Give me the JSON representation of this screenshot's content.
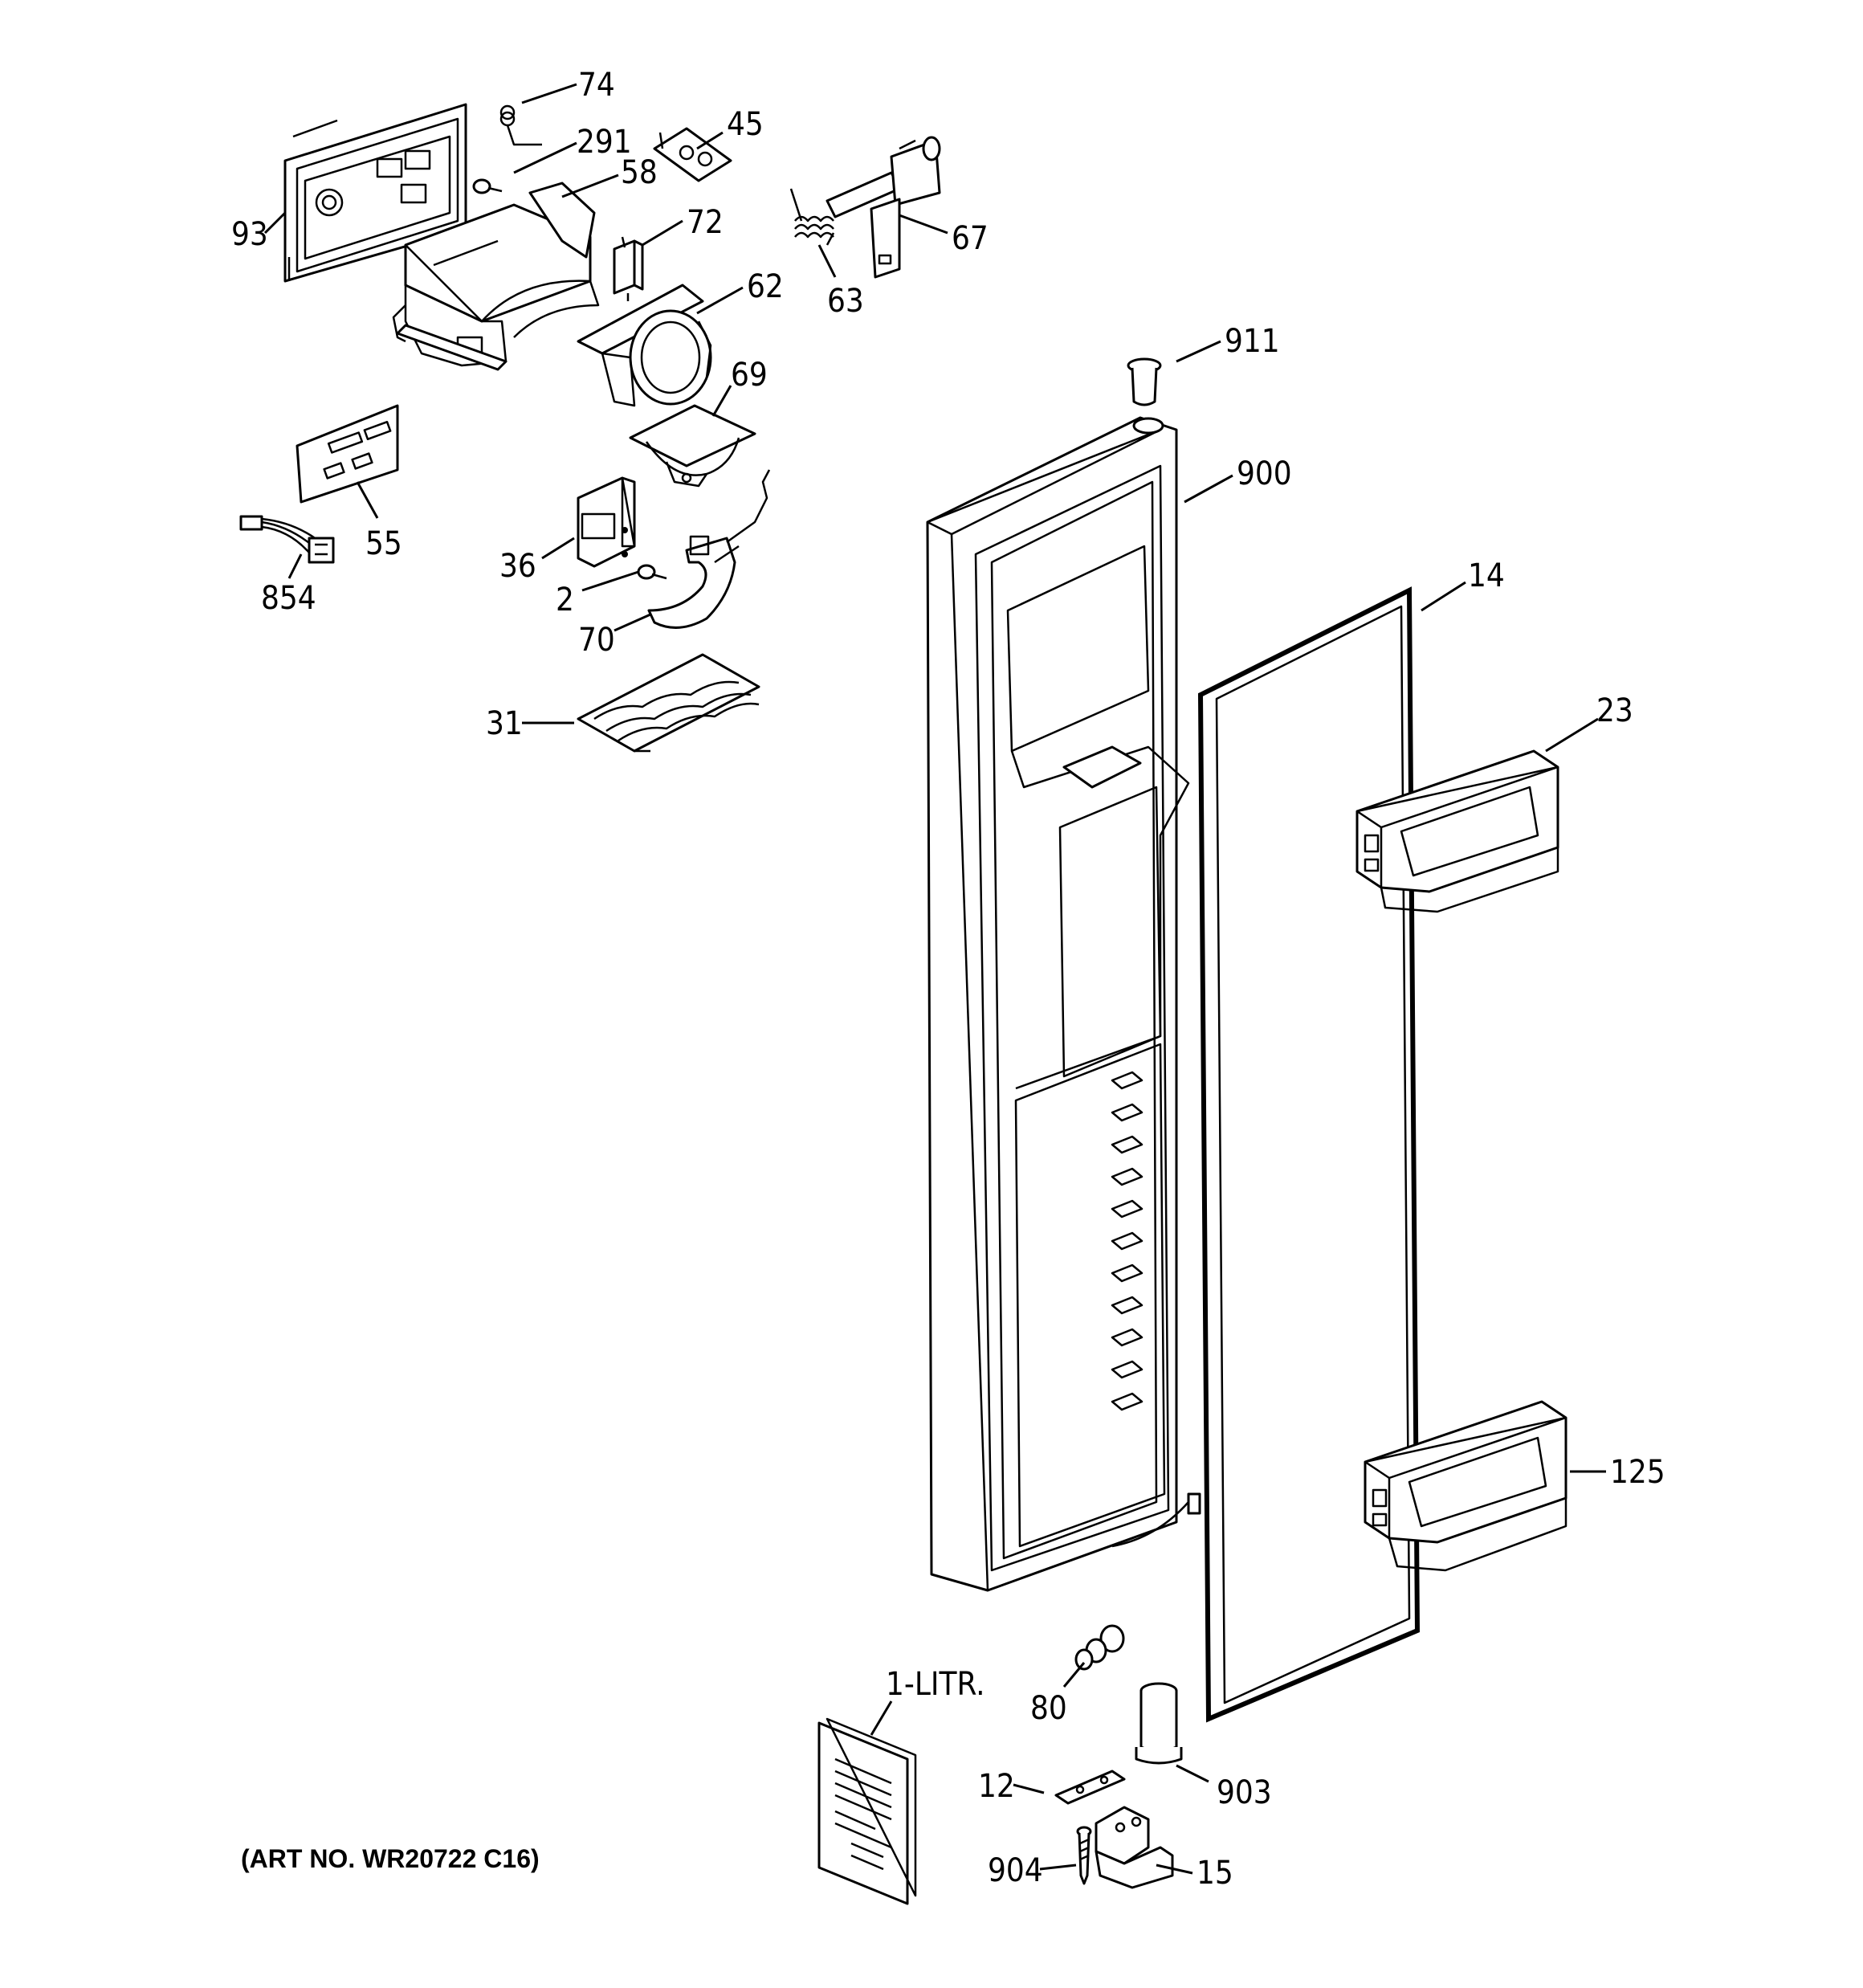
{
  "art_number": "(ART NO. WR20722 C16)",
  "callouts": [
    {
      "id": "74",
      "label": "74"
    },
    {
      "id": "291",
      "label": "291"
    },
    {
      "id": "45",
      "label": "45"
    },
    {
      "id": "58",
      "label": "58"
    },
    {
      "id": "93",
      "label": "93"
    },
    {
      "id": "72",
      "label": "72"
    },
    {
      "id": "67",
      "label": "67"
    },
    {
      "id": "63",
      "label": "63"
    },
    {
      "id": "62",
      "label": "62"
    },
    {
      "id": "911",
      "label": "911"
    },
    {
      "id": "69",
      "label": "69"
    },
    {
      "id": "900",
      "label": "900"
    },
    {
      "id": "55",
      "label": "55"
    },
    {
      "id": "36",
      "label": "36"
    },
    {
      "id": "854",
      "label": "854"
    },
    {
      "id": "2",
      "label": "2"
    },
    {
      "id": "14",
      "label": "14"
    },
    {
      "id": "70",
      "label": "70"
    },
    {
      "id": "23",
      "label": "23"
    },
    {
      "id": "31",
      "label": "31"
    },
    {
      "id": "125",
      "label": "125"
    },
    {
      "id": "80",
      "label": "80"
    },
    {
      "id": "1-litr",
      "label": "1-LITR."
    },
    {
      "id": "903",
      "label": "903"
    },
    {
      "id": "12",
      "label": "12"
    },
    {
      "id": "15",
      "label": "15"
    },
    {
      "id": "904",
      "label": "904"
    }
  ]
}
